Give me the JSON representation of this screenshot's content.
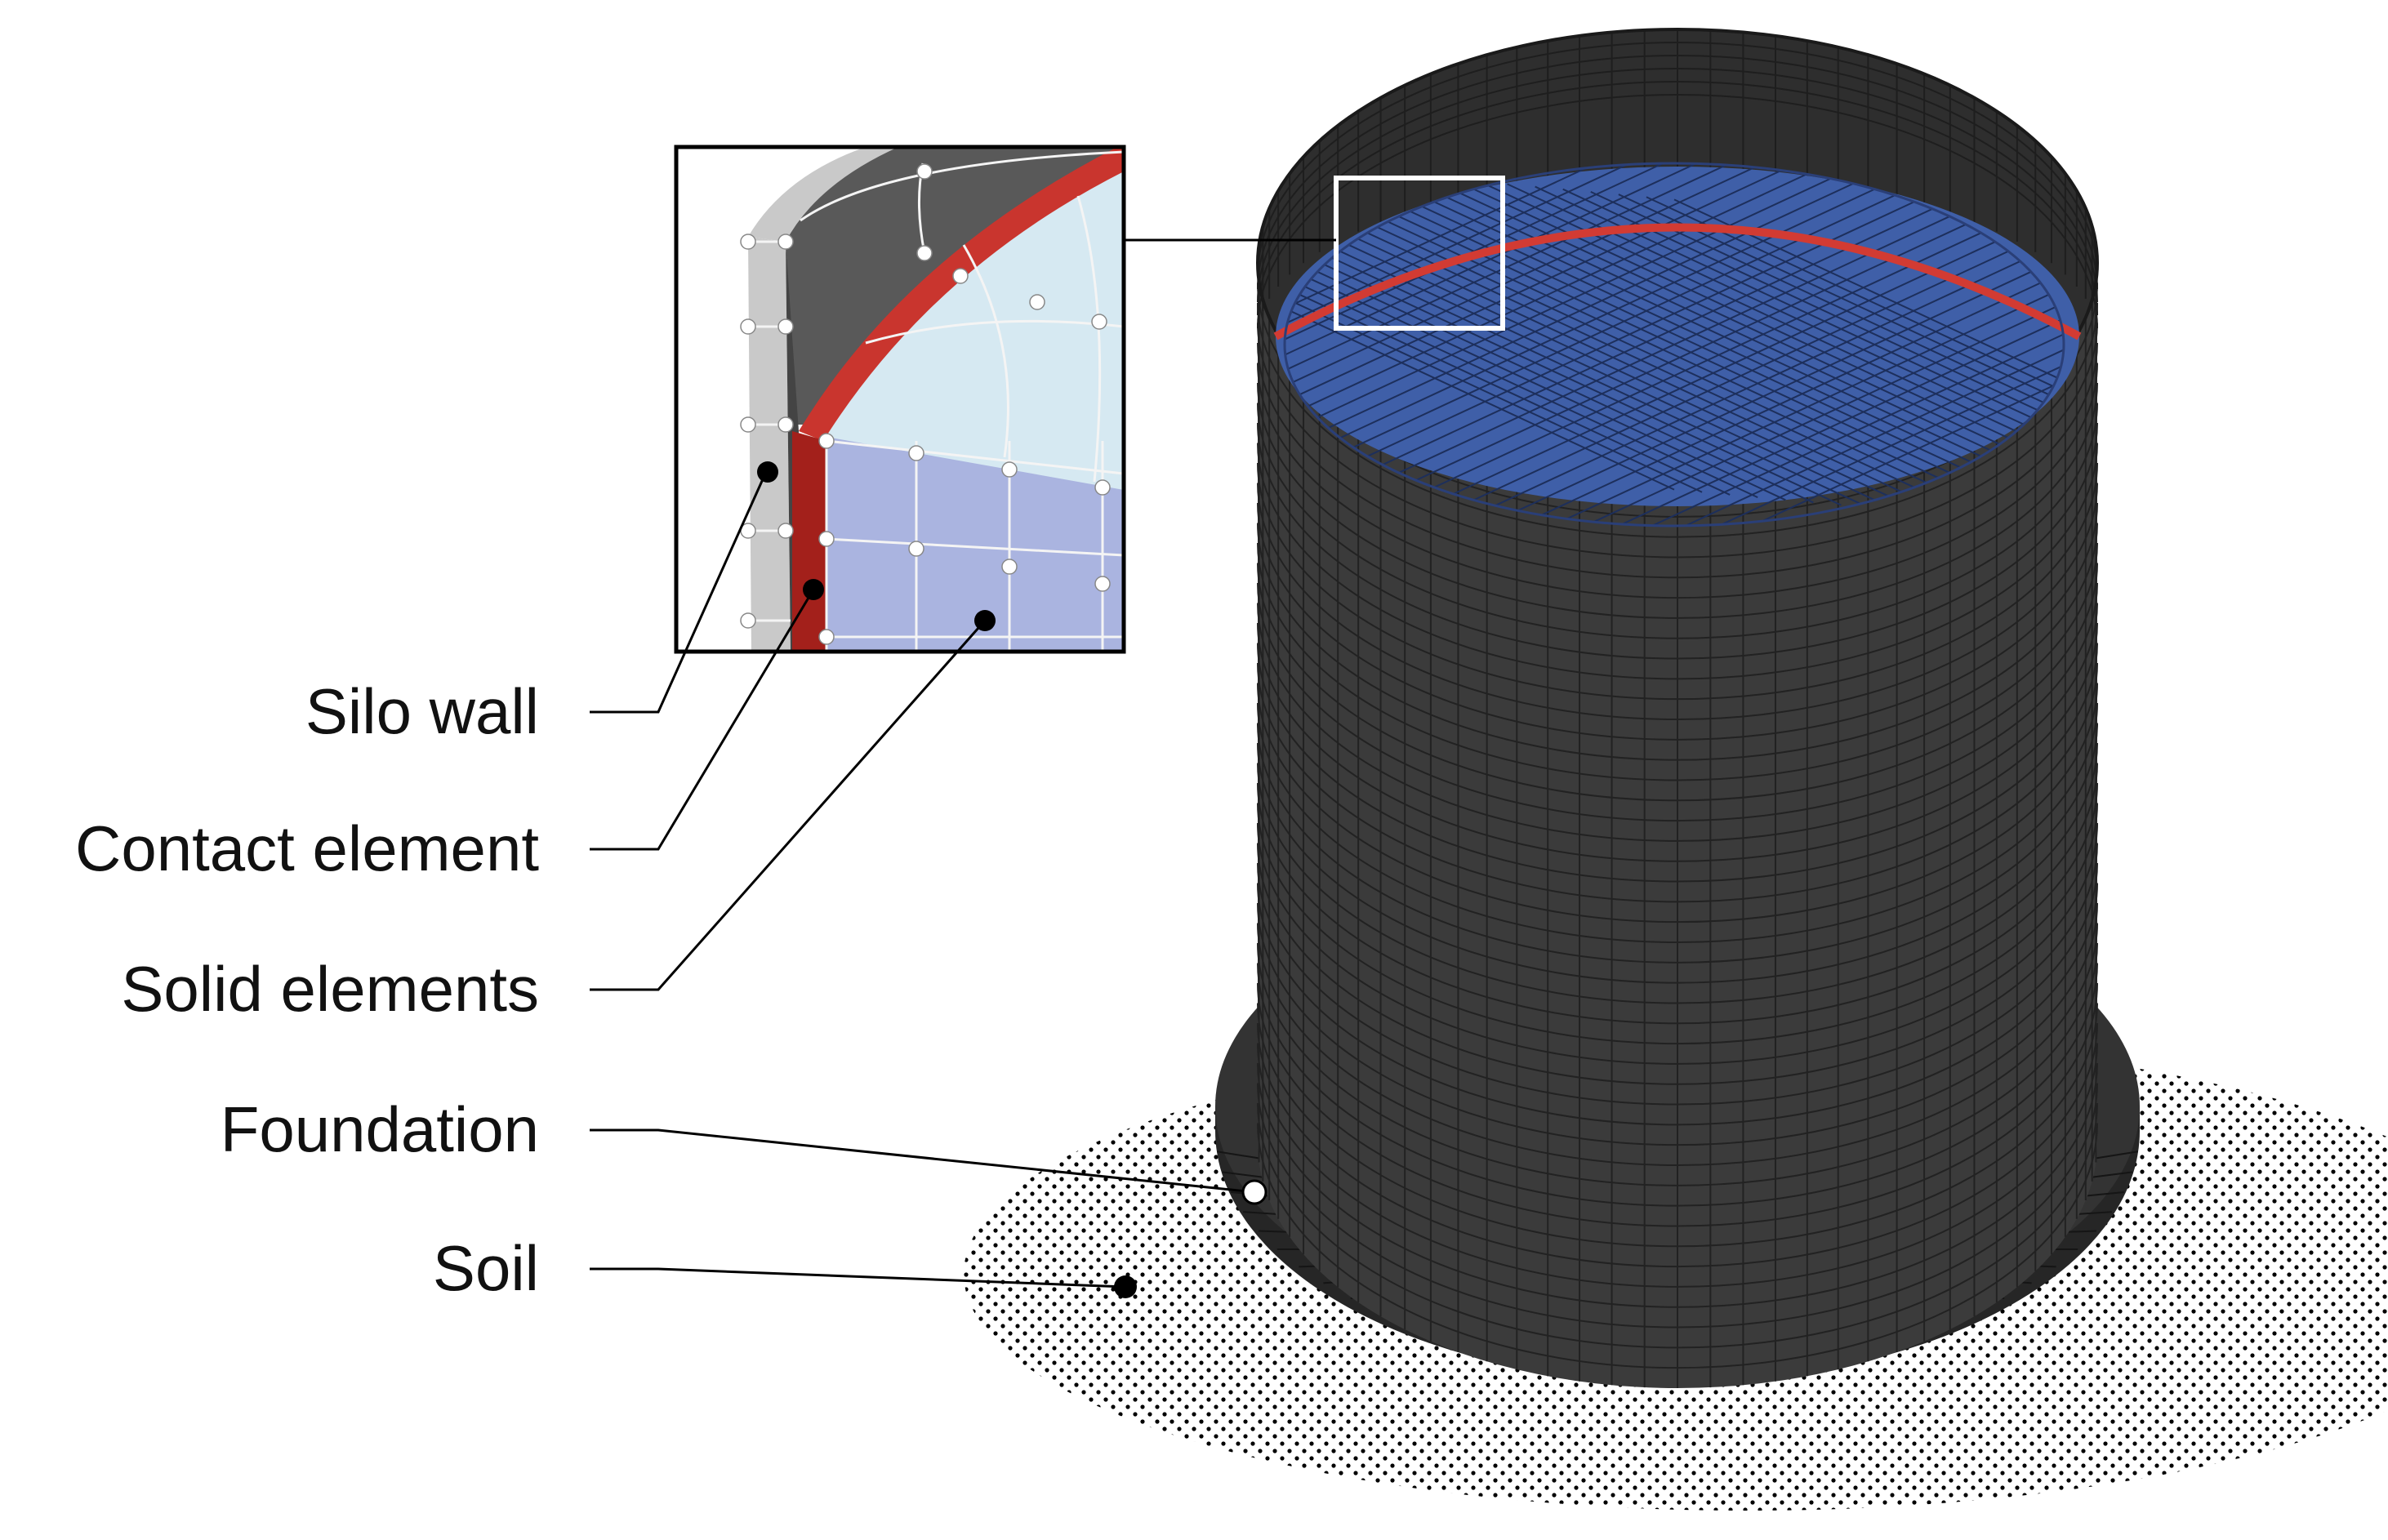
{
  "labels": {
    "silo_wall": "Silo wall",
    "contact_element": "Contact element",
    "solid_elements": "Solid elements",
    "foundation": "Foundation",
    "soil": "Soil"
  },
  "colors": {
    "silo_shell": "#3b3b3b",
    "silo_inner": "#2a2a2a",
    "bulk_solid": "#3f5fa8",
    "contact": "#d23b33",
    "foundation": "#262626",
    "inset_wall": "#c9c9c9",
    "inset_contact_dark": "#a3201b",
    "inset_solid_top": "#d6e9f2",
    "inset_solid_side": "#aab4e0",
    "leader": "#000000"
  }
}
